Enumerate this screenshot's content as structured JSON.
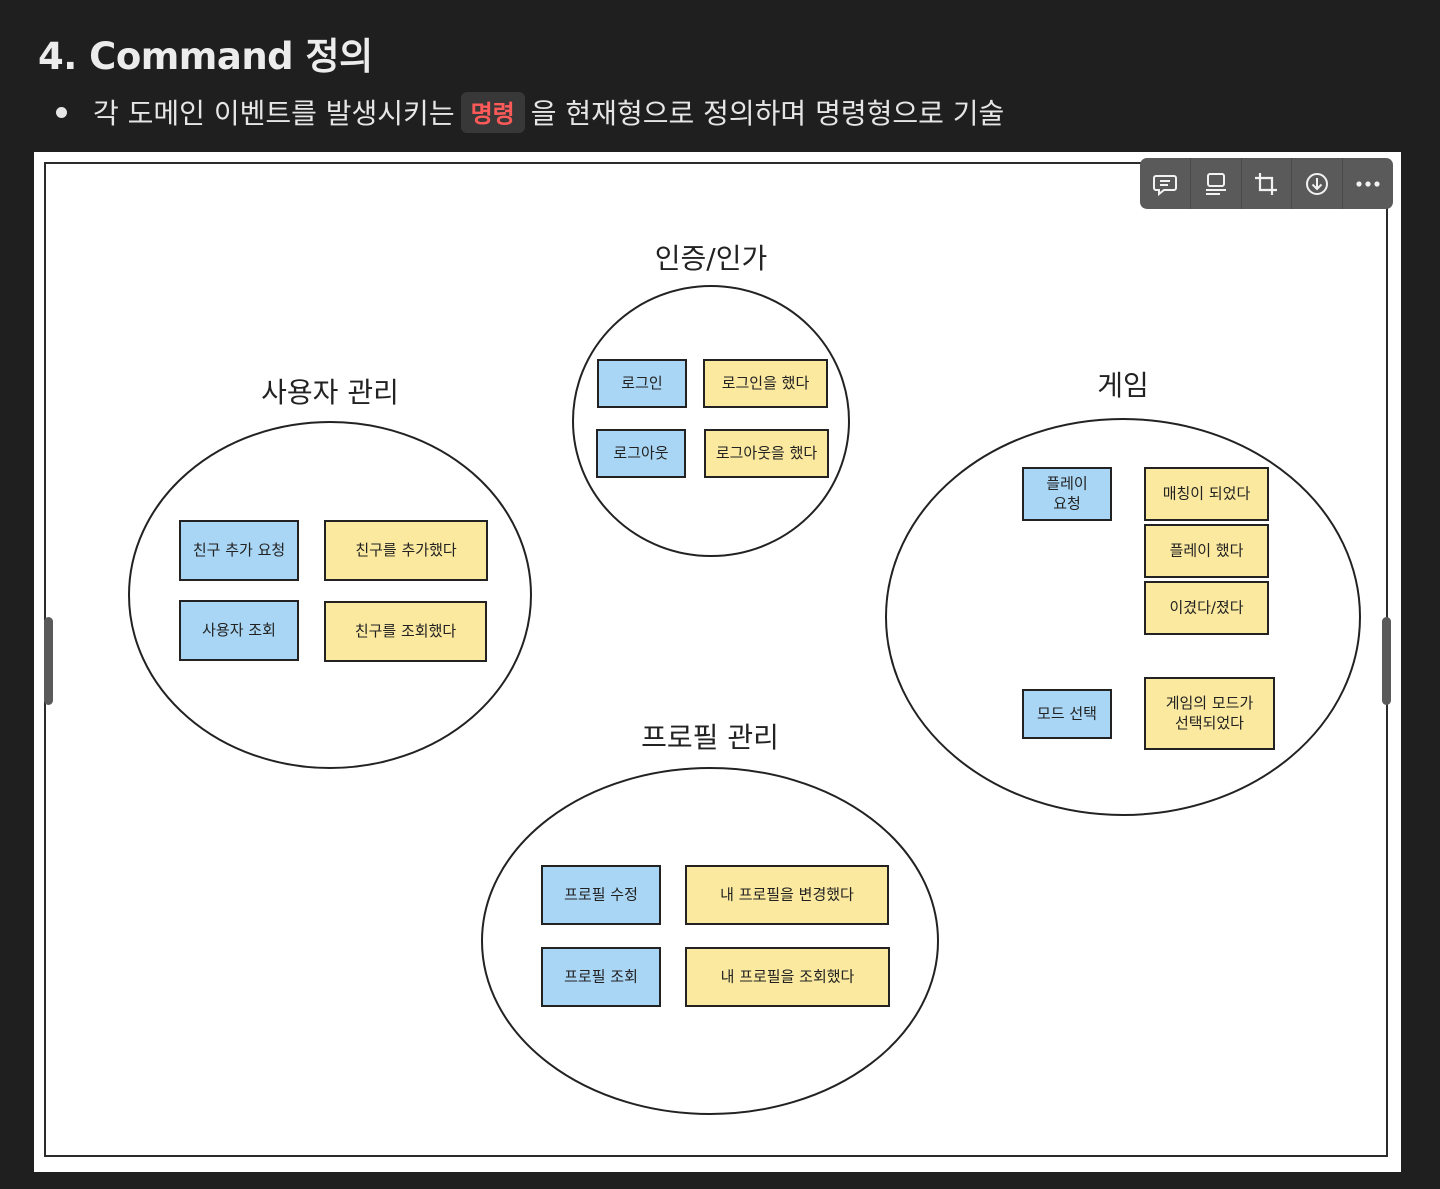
{
  "heading": "4. Command 정의",
  "bullet": {
    "before": "각 도메인 이벤트를 발생시키는",
    "code": "명령",
    "after": "을 현재형으로 정의하며 명령형으로 기술"
  },
  "toolbar": {
    "icons": [
      "comment-icon",
      "caption-icon",
      "crop-icon",
      "download-icon",
      "more-icon"
    ]
  },
  "diagram": {
    "colors": {
      "command": "#a9d6f5",
      "event": "#fbe9a0",
      "stroke": "#222222"
    },
    "groups": [
      {
        "title": "인증/인가",
        "commands": [
          [
            "로그인"
          ],
          [
            "로그아웃"
          ]
        ],
        "events": [
          [
            "로그인을 했다"
          ],
          [
            "로그아웃을 했다"
          ]
        ]
      },
      {
        "title": "사용자 관리",
        "commands": [
          [
            "친구 추가 요청"
          ],
          [
            "사용자 조회"
          ]
        ],
        "events": [
          [
            "친구를 추가했다"
          ],
          [
            "친구를 조회했다"
          ]
        ]
      },
      {
        "title": "게임",
        "commands": [
          [
            "플레이",
            "요청"
          ],
          [
            "모드 선택"
          ]
        ],
        "events": [
          [
            "매칭이 되었다"
          ],
          [
            "플레이 했다"
          ],
          [
            "이겼다/졌다"
          ],
          [
            "게임의 모드가",
            "선택되었다"
          ]
        ]
      },
      {
        "title": "프로필 관리",
        "commands": [
          [
            "프로필 수정"
          ],
          [
            "프로필 조회"
          ]
        ],
        "events": [
          [
            "내 프로필을 변경했다"
          ],
          [
            "내 프로필을 조회했다"
          ]
        ]
      }
    ]
  }
}
